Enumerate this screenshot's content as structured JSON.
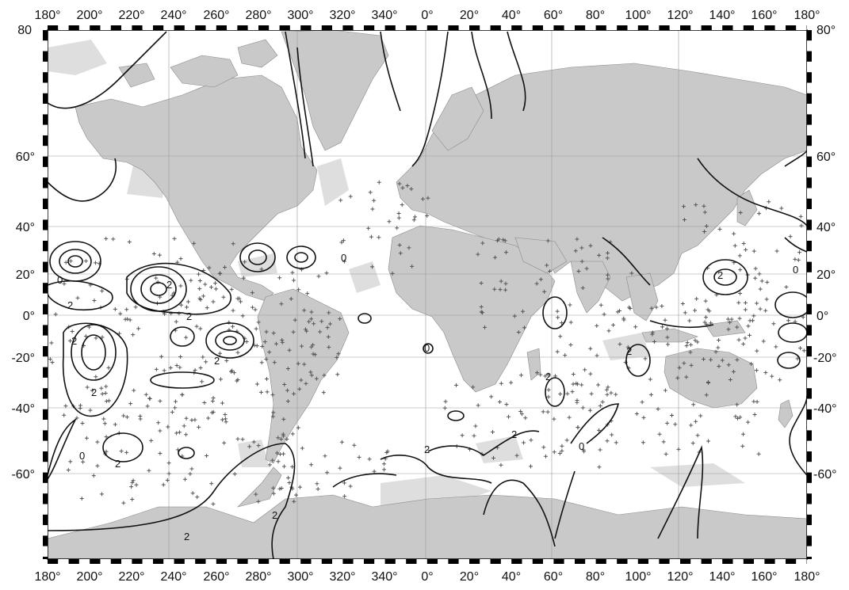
{
  "map": {
    "projection": "Mercator",
    "colors": {
      "land": "#c9c9c9",
      "shelf": "#dedede",
      "ocean": "#ffffff",
      "contour": "#111111",
      "station": "#555555",
      "graticule": "#9a9a9a"
    },
    "top_longitude_labels": [
      "180°",
      "200°",
      "220°",
      "240°",
      "260°",
      "280°",
      "300°",
      "320°",
      "340°",
      "0°",
      "20°",
      "40°",
      "60°",
      "80°",
      "100°",
      "120°",
      "140°",
      "160°",
      "180°"
    ],
    "bottom_longitude_labels": [
      "180°",
      "200°",
      "220°",
      "240°",
      "260°",
      "280°",
      "300°",
      "320°",
      "340°",
      "0°",
      "20°",
      "40°",
      "60°",
      "80°",
      "100°",
      "120°",
      "140°",
      "160°",
      "180°"
    ],
    "left_latitude_labels": [
      "80",
      "60°",
      "40°",
      "20°",
      "0°",
      "-20°",
      "-40°",
      "-60°"
    ],
    "right_latitude_labels": [
      "80°",
      "60°",
      "40°",
      "20°",
      "0°",
      "-20°",
      "-40°",
      "-60°"
    ],
    "contour_labels": [
      "0",
      "2",
      "2",
      "2",
      "2",
      "2",
      "0",
      "2",
      "0",
      "2",
      "2",
      "2",
      "0",
      "2",
      "0",
      "0",
      "2",
      "2",
      "2",
      "2"
    ]
  }
}
